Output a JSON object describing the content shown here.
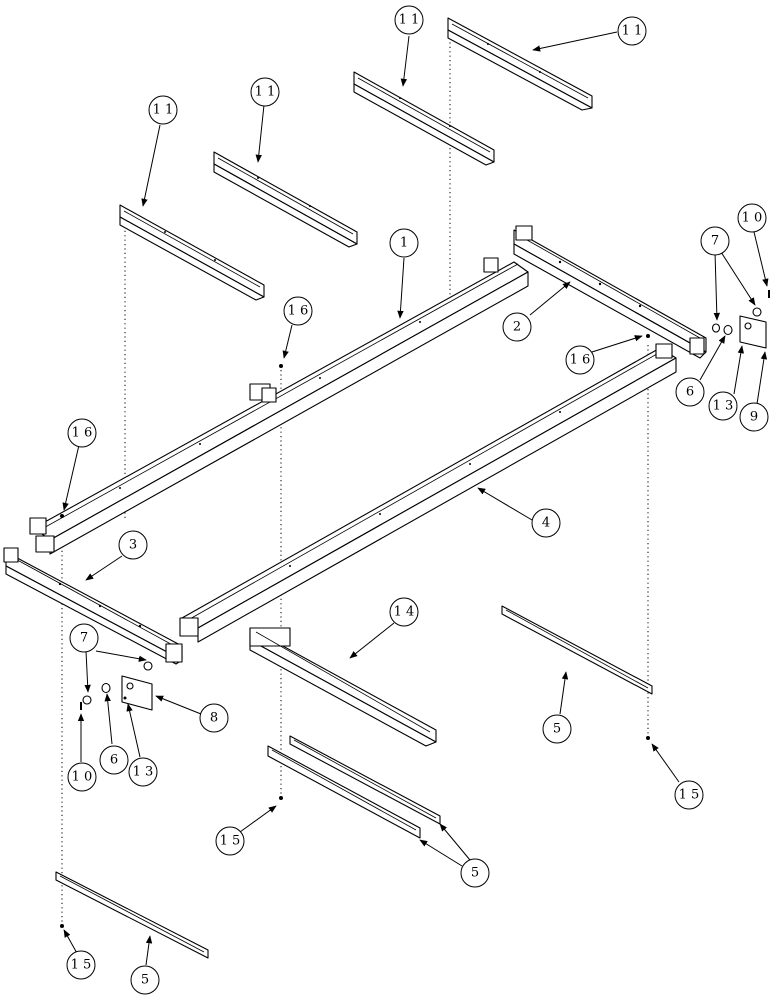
{
  "callouts": [
    {
      "id": "c-11a",
      "label": "1 1"
    },
    {
      "id": "c-11b",
      "label": "1 1"
    },
    {
      "id": "c-11c",
      "label": "1 1"
    },
    {
      "id": "c-11d",
      "label": "1 1"
    },
    {
      "id": "c-1",
      "label": "1"
    },
    {
      "id": "c-16a",
      "label": "1 6"
    },
    {
      "id": "c-16b",
      "label": "1 6"
    },
    {
      "id": "c-16c",
      "label": "1 6"
    },
    {
      "id": "c-2",
      "label": "2"
    },
    {
      "id": "c-10a",
      "label": "1 0"
    },
    {
      "id": "c-7a",
      "label": "7"
    },
    {
      "id": "c-6a",
      "label": "6"
    },
    {
      "id": "c-13a",
      "label": "1 3"
    },
    {
      "id": "c-9",
      "label": "9"
    },
    {
      "id": "c-4",
      "label": "4"
    },
    {
      "id": "c-3",
      "label": "3"
    },
    {
      "id": "c-7b",
      "label": "7"
    },
    {
      "id": "c-8",
      "label": "8"
    },
    {
      "id": "c-10b",
      "label": "1 0"
    },
    {
      "id": "c-6b",
      "label": "6"
    },
    {
      "id": "c-13b",
      "label": "1 3"
    },
    {
      "id": "c-14",
      "label": "1 4"
    },
    {
      "id": "c-5a",
      "label": "5"
    },
    {
      "id": "c-15a",
      "label": "1 5"
    },
    {
      "id": "c-15b",
      "label": "1 5"
    },
    {
      "id": "c-5b",
      "label": "5"
    },
    {
      "id": "c-15c",
      "label": "1 5"
    },
    {
      "id": "c-5c",
      "label": "5"
    }
  ]
}
